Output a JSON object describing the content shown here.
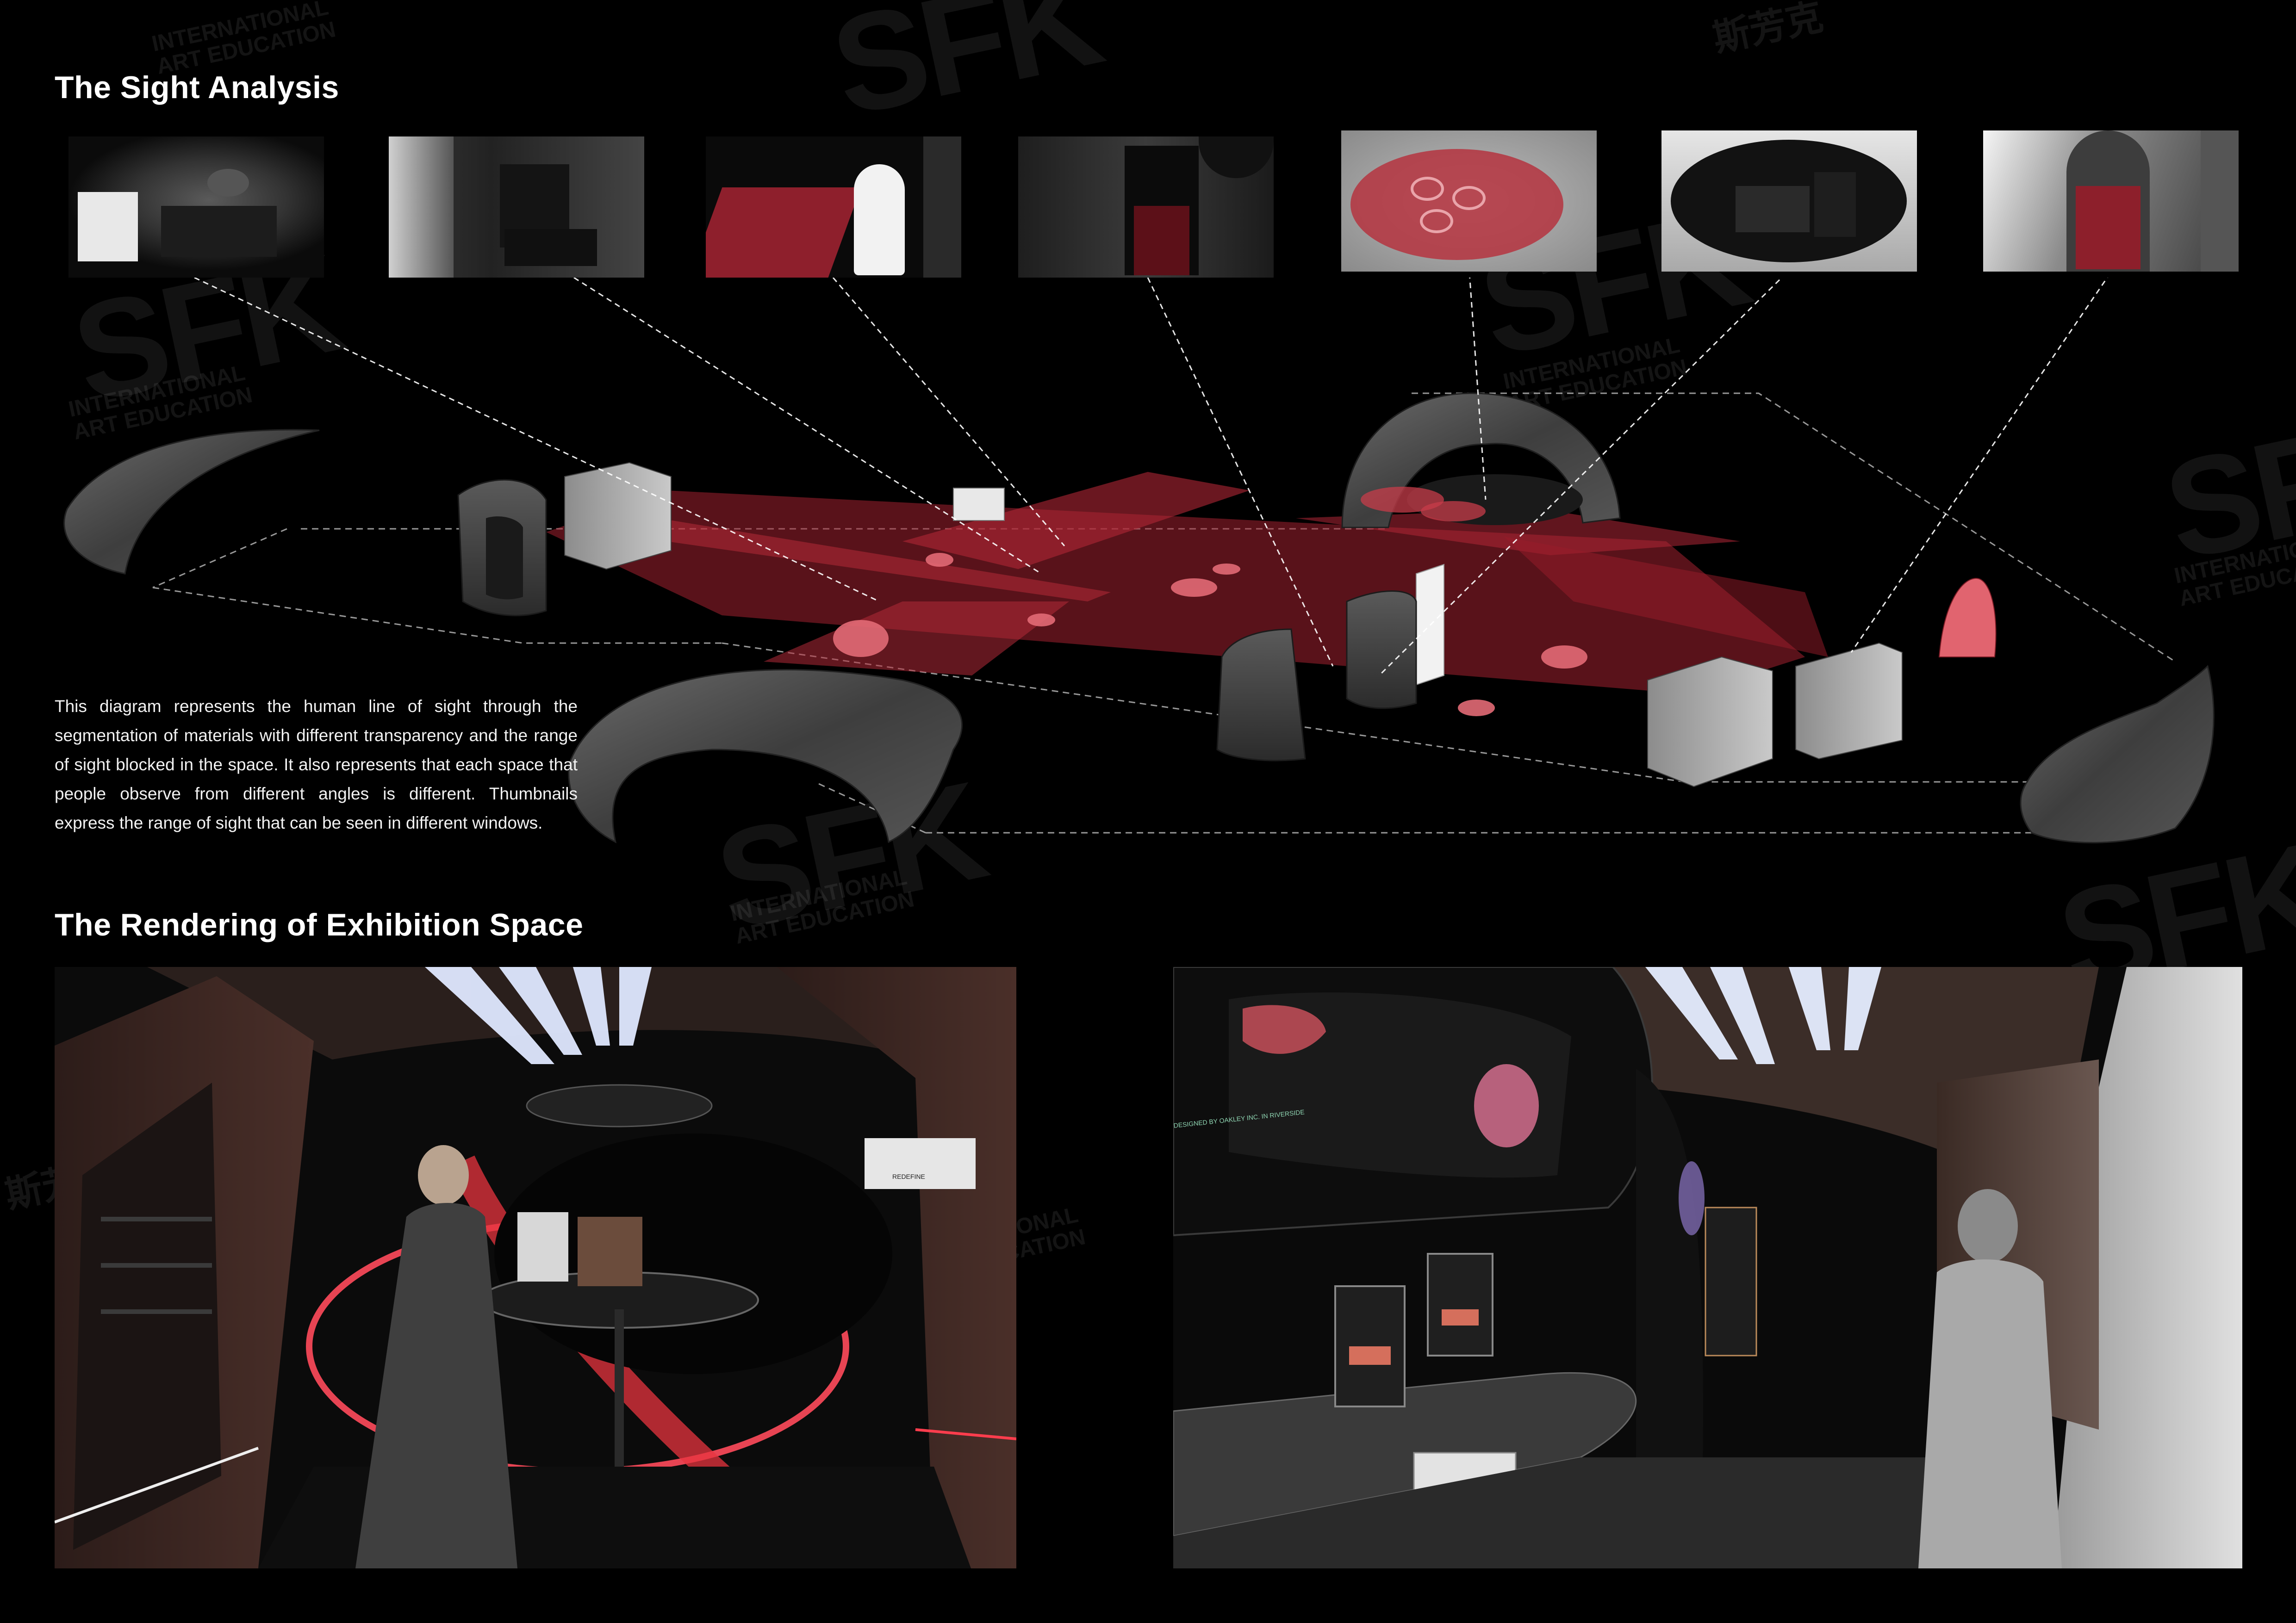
{
  "titles": {
    "sight_analysis": "The Sight Analysis",
    "rendering": "The Rendering of Exhibition Space"
  },
  "description": "This diagram represents the human line of sight through the segmentation of materials with different transparency and the range of sight blocked in the space. It also represents that each space that people observe from different angles is different. Thumbnails express the range of sight that can be seen in different windows.",
  "watermark": {
    "logo": "SFK",
    "line1": "INTERNATIONAL",
    "line2": "ART EDUCATION",
    "cn": "斯芳克"
  },
  "render_left": {
    "poster_caption": "REDEFINE"
  },
  "render_right": {
    "screen_caption": "DESIGNED BY OAKLEY INC. IN RIVERSIDE"
  },
  "colors": {
    "background": "#000000",
    "accent_red": "#c8303f",
    "translucent_red": "#a3202f",
    "concrete_gray": "#4a4a4a",
    "text": "#ffffff"
  }
}
